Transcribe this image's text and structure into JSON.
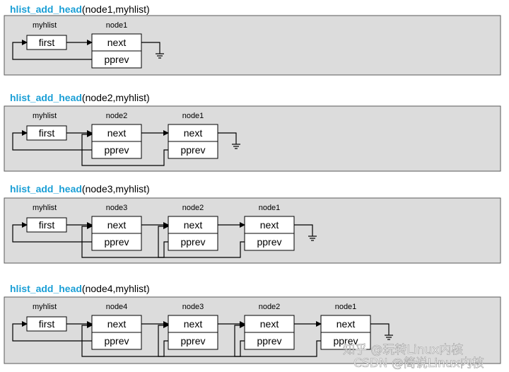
{
  "colors": {
    "panel_bg": "#dcdcdc",
    "panel_border": "#5a5a5a",
    "box_bg": "#ffffff",
    "line": "#000000",
    "func_name": "#1a9fd6",
    "text": "#000000"
  },
  "panels": [
    {
      "func": "hlist_add_head",
      "args": "(node1,myhlist)",
      "head_label": "myhlist",
      "head_field": "first",
      "nodes": [
        {
          "name": "node1",
          "next": "next",
          "pprev": "pprev"
        }
      ]
    },
    {
      "func": "hlist_add_head",
      "args": "(node2,myhlist)",
      "head_label": "myhlist",
      "head_field": "first",
      "nodes": [
        {
          "name": "node2",
          "next": "next",
          "pprev": "pprev"
        },
        {
          "name": "node1",
          "next": "next",
          "pprev": "pprev"
        }
      ]
    },
    {
      "func": "hlist_add_head",
      "args": "(node3,myhlist)",
      "head_label": "myhlist",
      "head_field": "first",
      "nodes": [
        {
          "name": "node3",
          "next": "next",
          "pprev": "pprev"
        },
        {
          "name": "node2",
          "next": "next",
          "pprev": "pprev"
        },
        {
          "name": "node1",
          "next": "next",
          "pprev": "pprev"
        }
      ]
    },
    {
      "func": "hlist_add_head",
      "args": "(node4,myhlist)",
      "head_label": "myhlist",
      "head_field": "first",
      "nodes": [
        {
          "name": "node4",
          "next": "next",
          "pprev": "pprev"
        },
        {
          "name": "node3",
          "next": "next",
          "pprev": "pprev"
        },
        {
          "name": "node2",
          "next": "next",
          "pprev": "pprev"
        },
        {
          "name": "node1",
          "next": "next",
          "pprev": "pprev"
        }
      ]
    }
  ],
  "watermark": {
    "line1": "知乎 @玩转Linux内核",
    "line2": "CSDN @简说Linux内核"
  }
}
